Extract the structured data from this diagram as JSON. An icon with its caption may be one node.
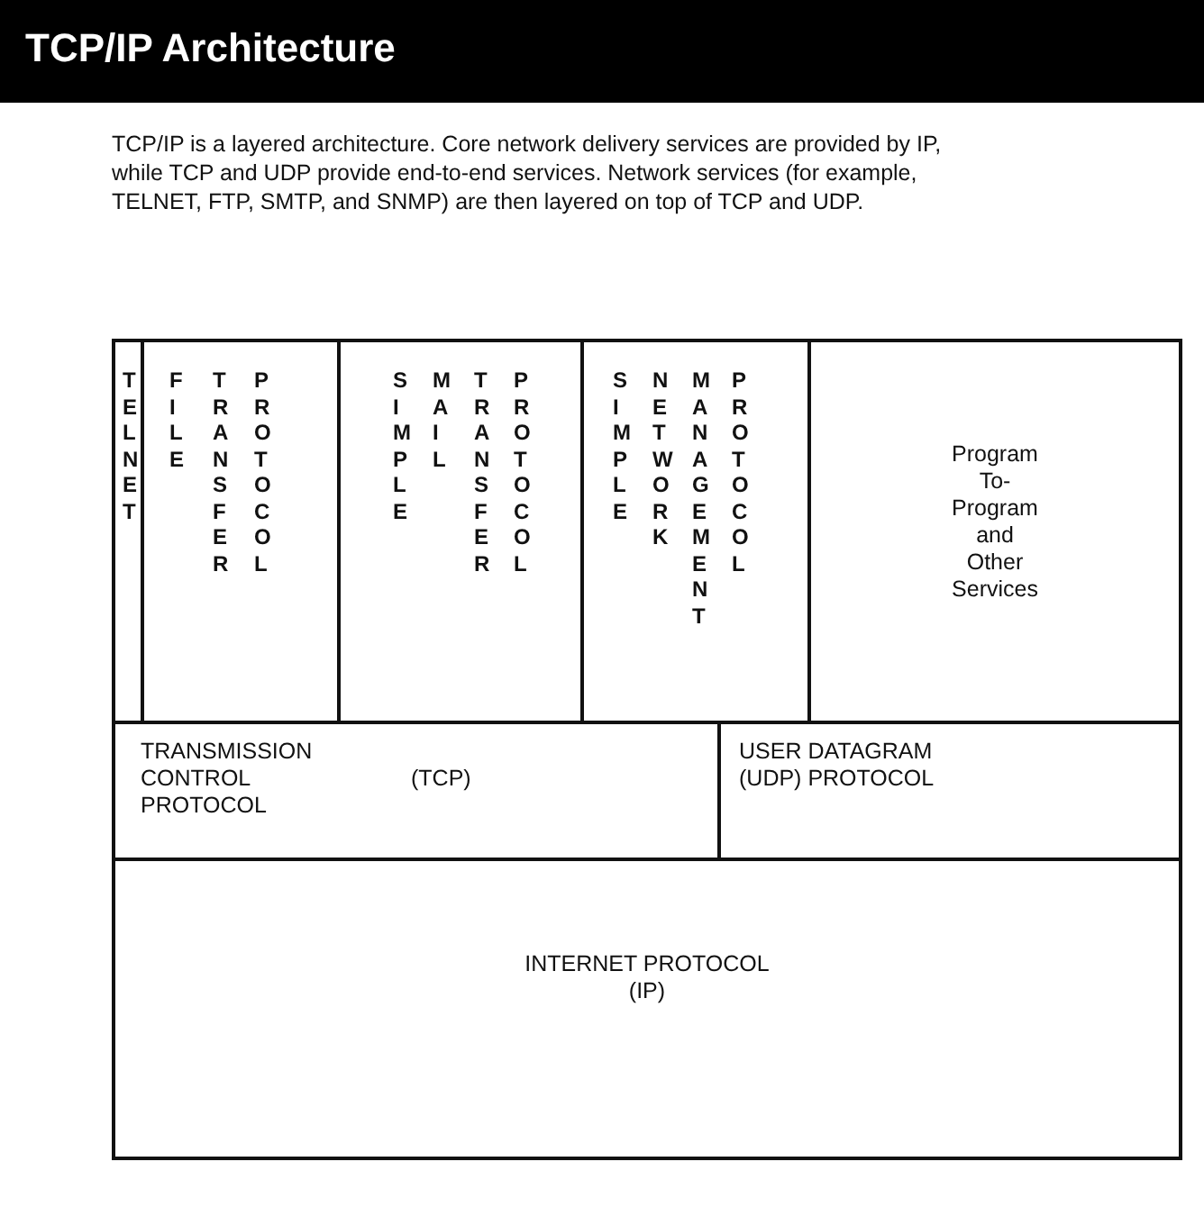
{
  "diagram": {
    "title": "TCP/IP Architecture",
    "nodes": [
      {
        "text": [
          "TELNET"
        ]
      },
      {
        "text": [
          "FILE",
          "TRANSFER",
          "PROTOCOL"
        ]
      },
      {
        "text": [
          "SIMPLE",
          "MAIL",
          "TRANSFER",
          "PROTOCOL"
        ]
      },
      {
        "text": [
          "SIMPLE",
          "NETWORK",
          "MANAGEMENT",
          "PROTOCOL"
        ]
      },
      {
        "text": [
          "Program To- Program and Other Services"
        ]
      },
      {
        "text": [
          "TRANSMISSION CONTROL PROTOCOL",
          "(TCP)"
        ]
      },
      {
        "text": [
          "USER DATAGRAM (UDP) PROTOCOL"
        ]
      },
      {
        "text": [
          "INTERNET PROTOCOL (IP)"
        ]
      }
    ],
    "labels": [
      "TCP/IP is a layered architecture. Core network delivery services are provided by IP, while TCP and UDP provide end-to-end services. Network services (for example, TELNET, FTP, SMTP, and SNMP) are then layered on top of TCP and UDP."
    ]
  }
}
